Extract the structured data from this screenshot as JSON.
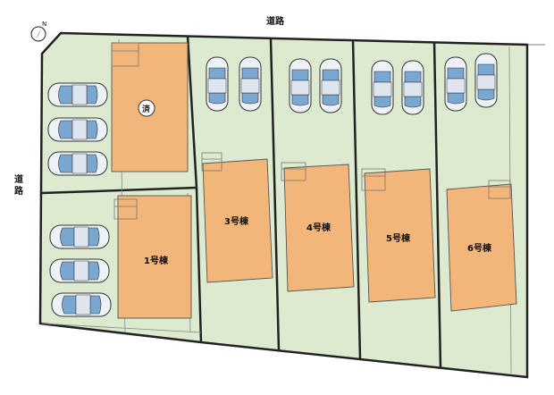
{
  "compass": {
    "label": "N"
  },
  "roads": {
    "top_label": "道路",
    "left_label": "道路"
  },
  "buildings": [
    {
      "id": "sold",
      "label": "済"
    },
    {
      "id": "1",
      "label": "1号棟"
    },
    {
      "id": "3",
      "label": "3号棟"
    },
    {
      "id": "4",
      "label": "4号棟"
    },
    {
      "id": "5",
      "label": "5号棟"
    },
    {
      "id": "6",
      "label": "6号棟"
    }
  ],
  "colors": {
    "lot_fill": "#dcebd0",
    "building_fill": "#f2b57a",
    "boundary": "#222222",
    "car_body": "#eef2f6",
    "car_glass": "#7aa7cf"
  }
}
